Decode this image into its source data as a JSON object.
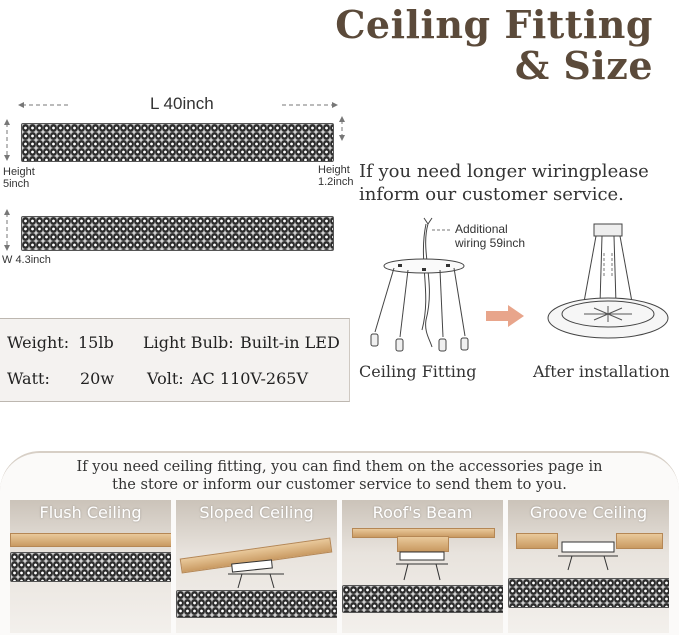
{
  "title": {
    "line1": "Ceiling Fitting",
    "line2": "& Size"
  },
  "dimensions": {
    "length": "L 40inch",
    "height_left": "Height\n5inch",
    "height_right": "Height\n1.2inch",
    "width": "W 4.3inch"
  },
  "wiring_note": {
    "line1": "If you need longer wiringplease",
    "line2": "inform our customer service."
  },
  "wiring_label": {
    "line1": "Additional",
    "line2": "wiring 59inch"
  },
  "captions": {
    "ceiling_fitting": "Ceiling Fitting",
    "after_installation": "After installation"
  },
  "specs": {
    "weight_label": "Weight:",
    "weight_value": "15lb",
    "bulb_label": "Light Bulb:",
    "bulb_value": "Built-in LED",
    "watt_label": "Watt:",
    "watt_value": "20w",
    "volt_label": "Volt:",
    "volt_value": "AC 110V-265V"
  },
  "bottom_note": {
    "line1": "If you need ceiling fitting, you can find them on the accessories page in",
    "line2": "the store or inform our customer service to send them to you."
  },
  "ceiling_types": [
    {
      "label": "Flush Ceiling"
    },
    {
      "label": "Sloped Ceiling"
    },
    {
      "label": "Roof's Beam"
    },
    {
      "label": "Groove Ceiling"
    }
  ],
  "colors": {
    "title": "#5b4a3a",
    "arrow": "#e8a58b",
    "wood": "#d9b07a"
  },
  "icons": [
    "dimension-arrow-icon",
    "right-arrow-icon"
  ]
}
